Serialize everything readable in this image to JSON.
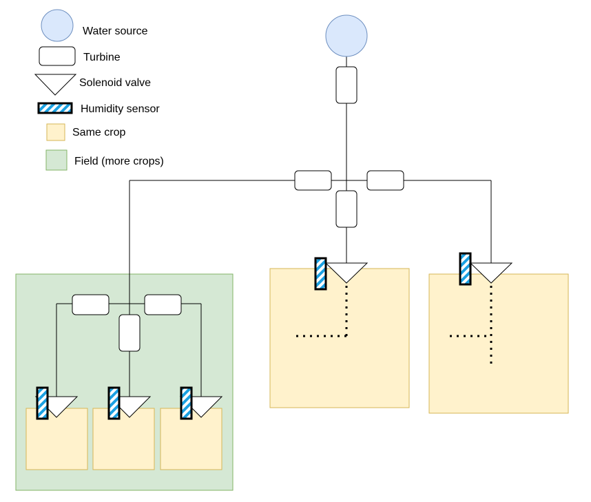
{
  "legend": {
    "water_source": "Water source",
    "turbine": "Turbine",
    "solenoid_valve": "Solenoid valve",
    "humidity_sensor": "Humidity sensor",
    "same_crop": "Same crop",
    "field": "Field (more crops)"
  },
  "colors": {
    "water_fill": "#dae8fc",
    "water_stroke": "#6c8ebf",
    "crop_fill": "#fff2cc",
    "crop_stroke": "#d6b656",
    "field_fill": "#d5e8d4",
    "field_stroke": "#82b366",
    "sensor_hatch": "#1ba1e2",
    "line": "#000000"
  }
}
